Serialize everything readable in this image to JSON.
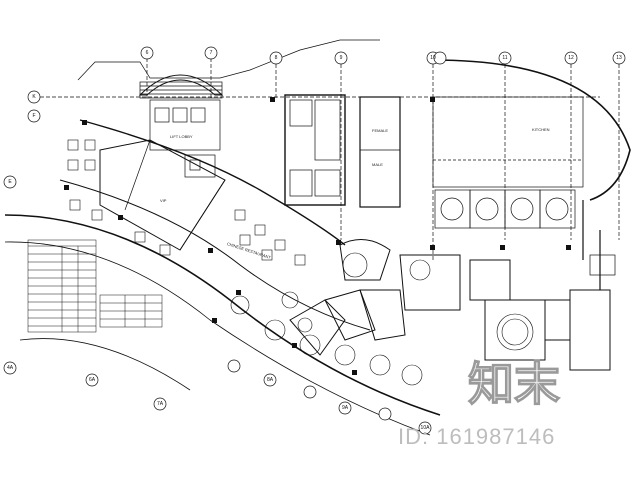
{
  "grid_tags_top": [
    "6",
    "7",
    "8",
    "9",
    "10",
    "11",
    "12",
    "13"
  ],
  "grid_tags_left": [
    "K",
    "F",
    "E"
  ],
  "grid_tags_bottom": [
    "4A",
    "6A",
    "7A",
    "8A",
    "9A",
    "10A"
  ],
  "room_labels": {
    "lift_lobby": "LIFT LOBBY",
    "vip": "VIP",
    "chinese_restaurant": "CHINESE RESTAURANT",
    "kitchen": "KITCHEN",
    "female": "FEMALE",
    "male": "MALE"
  },
  "watermark": {
    "logo_text": "知末",
    "id_text": "ID: 161987146"
  }
}
